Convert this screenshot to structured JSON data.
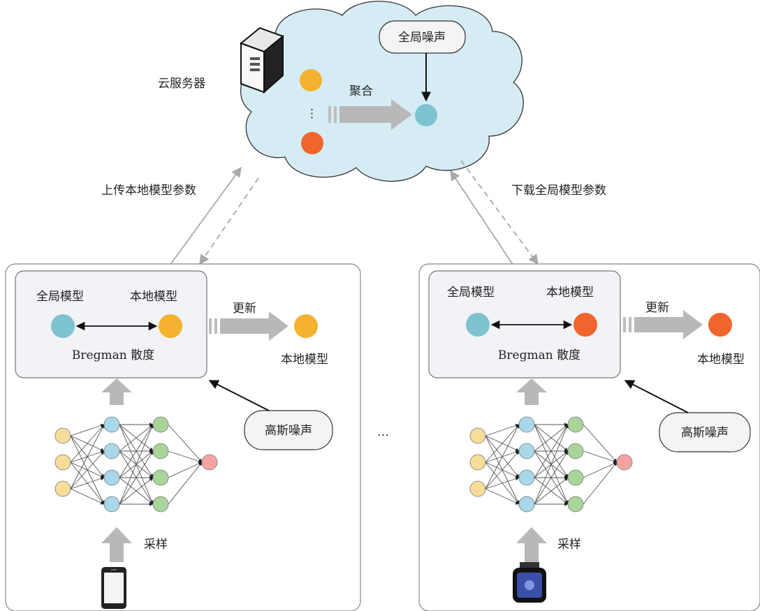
{
  "cloud": {
    "server_label": "云服务器",
    "global_noise": "全局噪声",
    "aggregate": "聚合",
    "ellipsis": "⋮"
  },
  "links": {
    "upload": "上传本地模型参数",
    "download": "下载全局模型参数"
  },
  "clients": [
    {
      "global_model": "全局模型",
      "local_model": "本地模型",
      "divergence": "Bregman 散度",
      "update": "更新",
      "updated_local_model": "本地模型",
      "gaussian_noise": "高斯噪声",
      "sampling": "采样",
      "device_icon": "smartphone-icon",
      "local_color": "#f4b22e"
    },
    {
      "global_model": "全局模型",
      "local_model": "本地模型",
      "divergence": "Bregman 散度",
      "update": "更新",
      "updated_local_model": "本地模型",
      "gaussian_noise": "高斯噪声",
      "sampling": "采样",
      "device_icon": "smartwatch-icon",
      "local_color": "#f1642b"
    }
  ],
  "between_clients": "…",
  "colors": {
    "global": "#7ec2d0",
    "local_a": "#f4b22e",
    "local_b": "#f1642b",
    "cloud_fill": "#d6ecf4",
    "box_fill": "#f1f3f6",
    "nn_input": "#f6dd9a",
    "nn_hidden1": "#a9d8ea",
    "nn_hidden2": "#a9d49a",
    "nn_output": "#f4a3a3"
  }
}
